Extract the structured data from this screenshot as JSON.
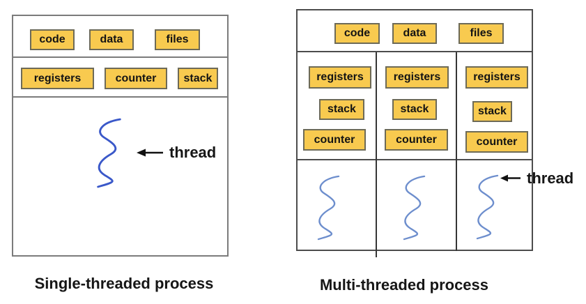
{
  "diagrams": {
    "left": {
      "caption": "Single-threaded process",
      "top_row": [
        "code",
        "data",
        "files"
      ],
      "mid_row": [
        "registers",
        "counter",
        "stack"
      ],
      "thread_label": "thread"
    },
    "right": {
      "caption": "Multi-threaded process",
      "top_row": [
        "code",
        "data",
        "files"
      ],
      "columns": [
        [
          "registers",
          "stack",
          "counter"
        ],
        [
          "registers",
          "stack",
          "counter"
        ],
        [
          "registers",
          "stack",
          "counter"
        ]
      ],
      "thread_label": "thread"
    }
  },
  "colors": {
    "chip_fill": "#F8CA4F",
    "chip_border": "#6d6a57",
    "thread_blue_left": "#3a58c9",
    "thread_blue_right": "#6d8ecd",
    "arrow_color": "#111111"
  }
}
